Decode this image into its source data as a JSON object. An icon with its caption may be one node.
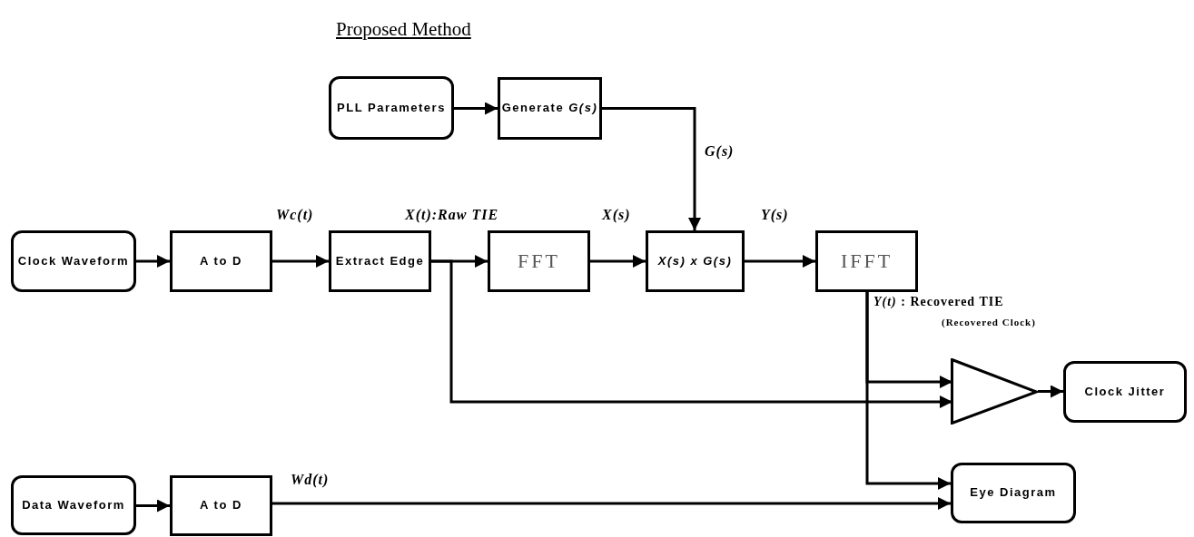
{
  "diagram": {
    "title": "Proposed Method",
    "nodes": [
      {
        "text": [
          "PLL Parameters"
        ]
      },
      {
        "text": [
          "Generate *G(s)*"
        ]
      },
      {
        "text": [
          "Clock Waveform"
        ]
      },
      {
        "text": [
          "A to D"
        ]
      },
      {
        "text": [
          "Extract Edge"
        ]
      },
      {
        "text": [
          "FFT"
        ]
      },
      {
        "text": [
          "X(s) x G(s)"
        ]
      },
      {
        "text": [
          "IFFT"
        ]
      },
      {
        "text": [],
        "shape": "triangle"
      },
      {
        "text": [
          "Clock Jitter"
        ]
      },
      {
        "text": [
          "Data Waveform"
        ]
      },
      {
        "text": [
          "A to D"
        ]
      },
      {
        "text": [
          "Eye Diagram"
        ]
      }
    ],
    "edges": [
      {
        "from": 0,
        "to": 1,
        "arrow": "to"
      },
      {
        "from": 1,
        "to": 6,
        "arrow": "to",
        "label": "G(s)"
      },
      {
        "from": 2,
        "to": 3,
        "arrow": "to"
      },
      {
        "from": 3,
        "to": 4,
        "arrow": "to",
        "label": "Wc(t)"
      },
      {
        "from": 4,
        "to": 5,
        "arrow": "to",
        "label": "X(t):Raw TIE"
      },
      {
        "from": 5,
        "to": 6,
        "arrow": "to",
        "label": "X(s)"
      },
      {
        "from": 6,
        "to": 7,
        "arrow": "to",
        "label": "Y(s)"
      },
      {
        "from": 7,
        "to": 8,
        "arrow": "to"
      },
      {
        "from": 7,
        "to": 12,
        "arrow": "to"
      },
      {
        "from": 4,
        "to": 8,
        "arrow": "to"
      },
      {
        "from": 8,
        "to": 9,
        "arrow": "to"
      },
      {
        "from": 10,
        "to": 11,
        "arrow": "to"
      },
      {
        "from": 11,
        "to": 12,
        "arrow": "to",
        "label": "Wd(t)"
      }
    ],
    "labels": [
      "*Y(t)* : Recovered TIE",
      "(Recovered Clock)"
    ]
  }
}
